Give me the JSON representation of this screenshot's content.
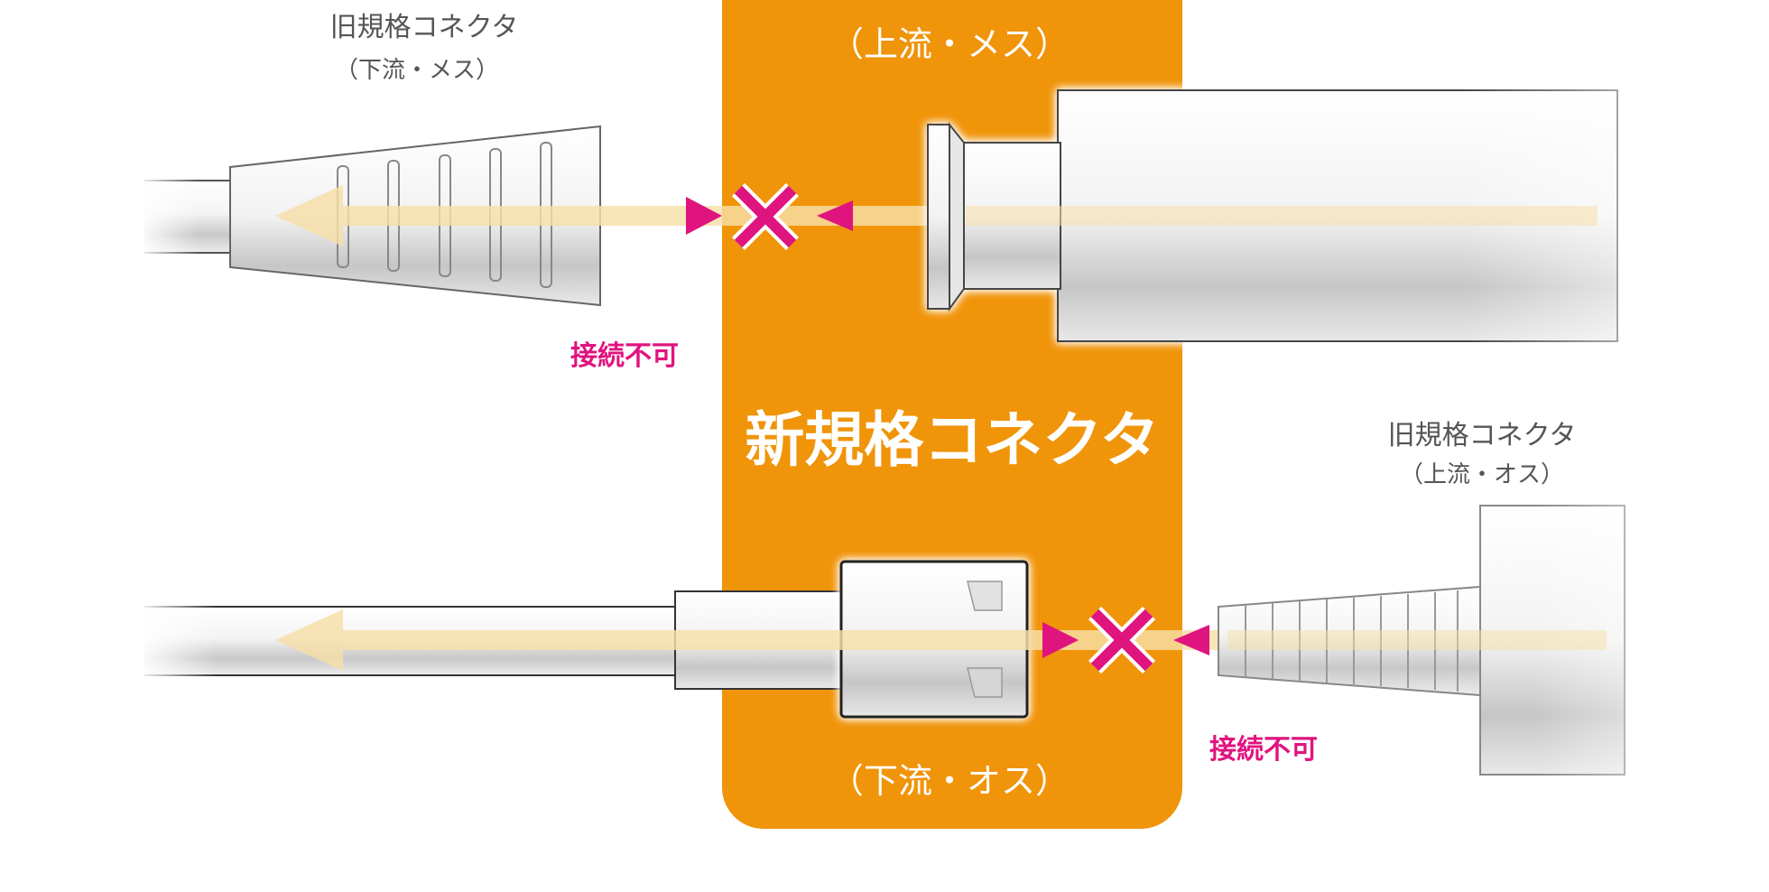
{
  "labels": {
    "new_connector": "新規格コネクタ",
    "new_upstream_female": "（上流・メス）",
    "new_downstream_male": "（下流・オス）",
    "old_connector_top": "旧規格コネクタ",
    "old_downstream_female": "（下流・メス）",
    "old_connector_right": "旧規格コネクタ",
    "old_upstream_male": "（上流・オス）",
    "no_connection_top": "接続不可",
    "no_connection_bottom": "接続不可"
  },
  "colors": {
    "panel": "#f0940a",
    "accent": "#e0147f",
    "flow_arrow": "#f7dfa8",
    "text_dark": "#555555",
    "tube_outline": "#333333"
  },
  "icons": {
    "blocked": "cross-icon",
    "pointer": "triangle-icon"
  }
}
